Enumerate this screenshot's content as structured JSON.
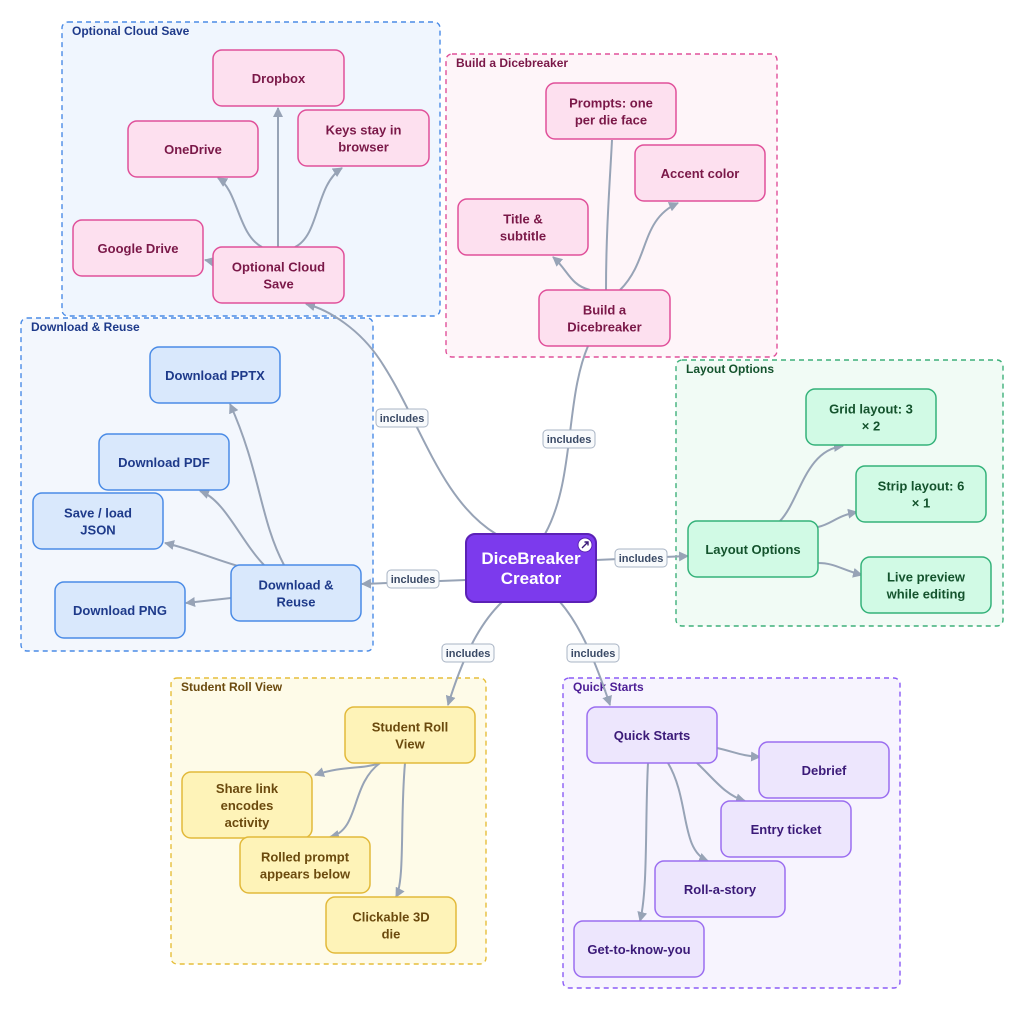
{
  "center": {
    "lines": [
      "DiceBreaker",
      "Creator"
    ],
    "badge_icon": "arrow-up-right-icon"
  },
  "edge_label": "includes",
  "colors": {
    "edge": "#97a3b6",
    "center_fill": "#7c3aed",
    "center_stroke": "#5b21b6",
    "center_text": "#ffffff"
  },
  "groups": [
    {
      "id": "cloud",
      "title": "Optional Cloud Save",
      "theme": {
        "bg": "#f0f6fe",
        "border": "#4a8be6",
        "title": "#1e3a8a",
        "node_fill": "#fde0ef",
        "node_stroke": "#e0509a",
        "node_text": "#7a1848"
      },
      "nodes": [
        {
          "id": "cloud_root",
          "lines": [
            "Optional Cloud",
            "Save"
          ]
        },
        {
          "id": "dropbox",
          "lines": [
            "Dropbox"
          ]
        },
        {
          "id": "onedrive",
          "lines": [
            "OneDrive"
          ]
        },
        {
          "id": "keys",
          "lines": [
            "Keys stay in",
            "browser"
          ]
        },
        {
          "id": "gdrive",
          "lines": [
            "Google Drive"
          ]
        }
      ]
    },
    {
      "id": "build",
      "title": "Build a Dicebreaker",
      "theme": {
        "bg": "#fef5f9",
        "border": "#e0509a",
        "title": "#7a1848",
        "node_fill": "#fde0ef",
        "node_stroke": "#e0509a",
        "node_text": "#7a1848"
      },
      "nodes": [
        {
          "id": "build_root",
          "lines": [
            "Build a",
            "Dicebreaker"
          ]
        },
        {
          "id": "prompts",
          "lines": [
            "Prompts: one",
            "per die face"
          ]
        },
        {
          "id": "accent",
          "lines": [
            "Accent color"
          ]
        },
        {
          "id": "title",
          "lines": [
            "Title &",
            "subtitle"
          ]
        }
      ]
    },
    {
      "id": "download",
      "title": "Download & Reuse",
      "theme": {
        "bg": "#f3f7fd",
        "border": "#4a8be6",
        "title": "#1e3a8a",
        "node_fill": "#d9e8fc",
        "node_stroke": "#4a8be6",
        "node_text": "#1e3a8a"
      },
      "nodes": [
        {
          "id": "download_root",
          "lines": [
            "Download &",
            "Reuse"
          ]
        },
        {
          "id": "pptx",
          "lines": [
            "Download PPTX"
          ]
        },
        {
          "id": "pdf",
          "lines": [
            "Download PDF"
          ]
        },
        {
          "id": "json",
          "lines": [
            "Save / load",
            "JSON"
          ]
        },
        {
          "id": "png",
          "lines": [
            "Download PNG"
          ]
        }
      ]
    },
    {
      "id": "layout",
      "title": "Layout Options",
      "theme": {
        "bg": "#f1fbf5",
        "border": "#3eb07a",
        "title": "#14532d",
        "node_fill": "#d1fae5",
        "node_stroke": "#34b27a",
        "node_text": "#14532d"
      },
      "nodes": [
        {
          "id": "layout_root",
          "lines": [
            "Layout Options"
          ]
        },
        {
          "id": "grid",
          "lines": [
            "Grid layout: 3",
            "× 2"
          ]
        },
        {
          "id": "strip",
          "lines": [
            "Strip layout: 6",
            "× 1"
          ]
        },
        {
          "id": "preview",
          "lines": [
            "Live preview",
            "while editing"
          ]
        }
      ]
    },
    {
      "id": "student",
      "title": "Student Roll View",
      "theme": {
        "bg": "#fefbe8",
        "border": "#e6be3a",
        "title": "#6b4a0e",
        "node_fill": "#fef3b8",
        "node_stroke": "#e2b93a",
        "node_text": "#6b4a0e"
      },
      "nodes": [
        {
          "id": "student_root",
          "lines": [
            "Student Roll",
            "View"
          ]
        },
        {
          "id": "share",
          "lines": [
            "Share link",
            "encodes",
            "activity"
          ]
        },
        {
          "id": "rolled",
          "lines": [
            "Rolled prompt",
            "appears below"
          ]
        },
        {
          "id": "clickable",
          "lines": [
            "Clickable 3D",
            "die"
          ]
        }
      ]
    },
    {
      "id": "quick",
      "title": "Quick Starts",
      "theme": {
        "bg": "#f7f4fe",
        "border": "#8b5cf6",
        "title": "#4c1d95",
        "node_fill": "#ede6fd",
        "node_stroke": "#9b6ef0",
        "node_text": "#3b1a78"
      },
      "nodes": [
        {
          "id": "quick_root",
          "lines": [
            "Quick Starts"
          ]
        },
        {
          "id": "debrief",
          "lines": [
            "Debrief"
          ]
        },
        {
          "id": "entry",
          "lines": [
            "Entry ticket"
          ]
        },
        {
          "id": "rollstory",
          "lines": [
            "Roll-a-story"
          ]
        },
        {
          "id": "getknow",
          "lines": [
            "Get-to-know-you"
          ]
        }
      ]
    }
  ]
}
